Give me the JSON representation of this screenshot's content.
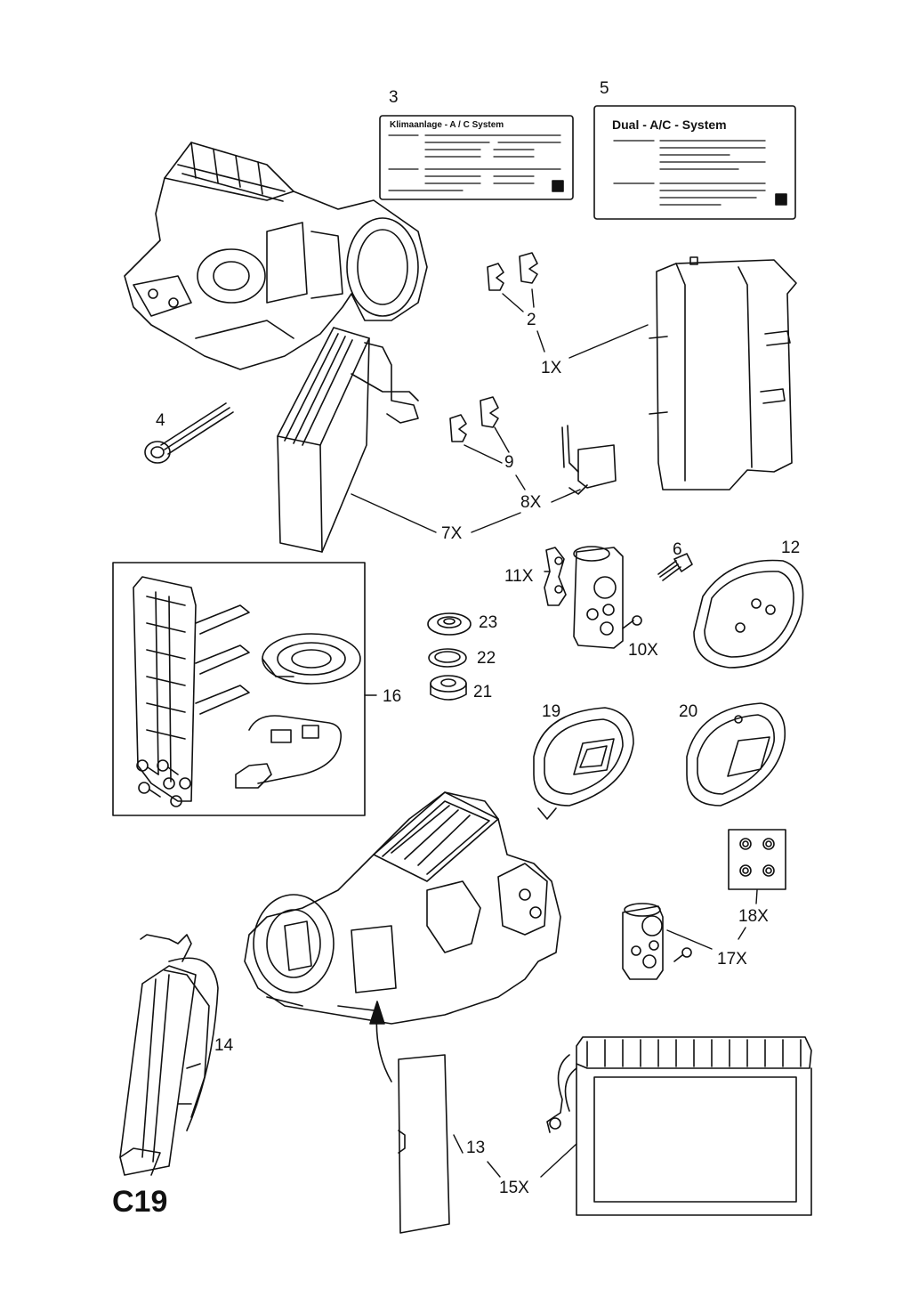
{
  "page_code": "C19",
  "decals": {
    "decal_3_title": "Klimaanlage - A / C System",
    "decal_5_title": "Dual - A/C - System"
  },
  "callouts": [
    {
      "id": "c3",
      "text": "3"
    },
    {
      "id": "c5",
      "text": "5"
    },
    {
      "id": "c2",
      "text": "2"
    },
    {
      "id": "c1x",
      "text": "1X"
    },
    {
      "id": "c4",
      "text": "4"
    },
    {
      "id": "c9",
      "text": "9"
    },
    {
      "id": "c8x",
      "text": "8X"
    },
    {
      "id": "c7x",
      "text": "7X"
    },
    {
      "id": "c6",
      "text": "6"
    },
    {
      "id": "c12",
      "text": "12"
    },
    {
      "id": "c11x",
      "text": "11X"
    },
    {
      "id": "c10x",
      "text": "10X"
    },
    {
      "id": "c23",
      "text": "23"
    },
    {
      "id": "c22",
      "text": "22"
    },
    {
      "id": "c21",
      "text": "21"
    },
    {
      "id": "c16",
      "text": "16"
    },
    {
      "id": "c19",
      "text": "19"
    },
    {
      "id": "c20",
      "text": "20"
    },
    {
      "id": "c18x",
      "text": "18X"
    },
    {
      "id": "c17x",
      "text": "17X"
    },
    {
      "id": "c14",
      "text": "14"
    },
    {
      "id": "c13",
      "text": "13"
    },
    {
      "id": "c15x",
      "text": "15X"
    }
  ]
}
